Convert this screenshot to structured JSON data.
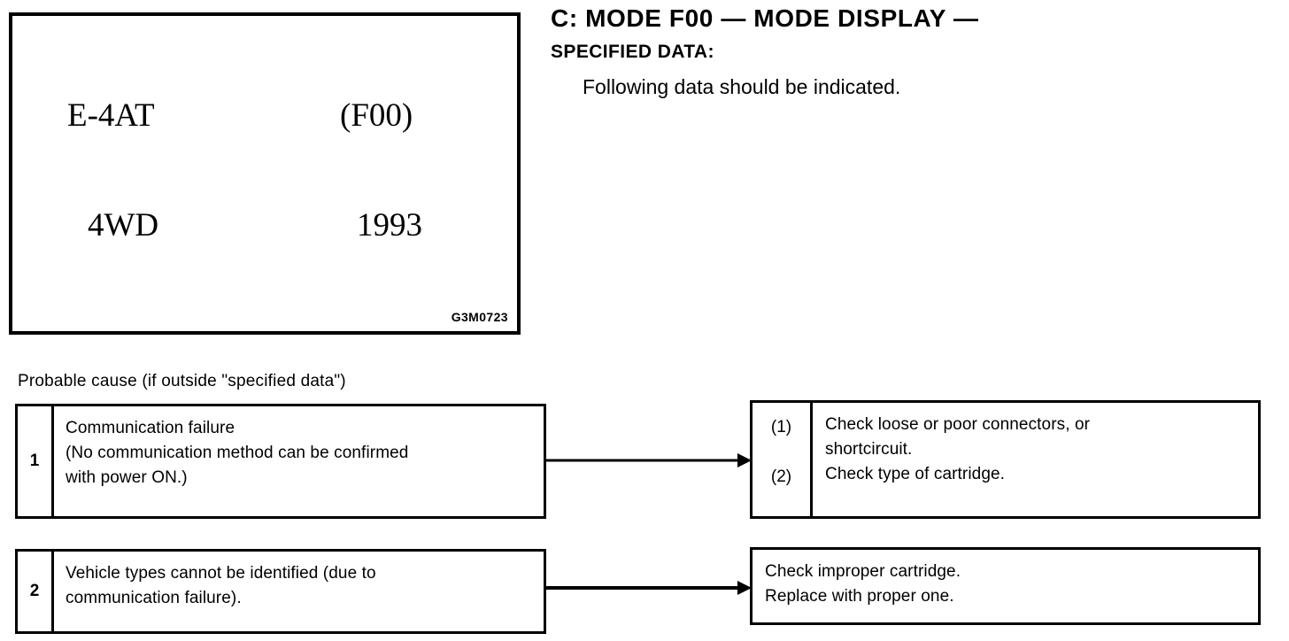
{
  "heading": {
    "section_title": "C:  MODE F00 — MODE DISPLAY —",
    "specified_data_label": "SPECIFIED DATA:",
    "specified_data_note": "Following data should be indicated."
  },
  "display_unit": {
    "model": "E-4AT",
    "mode_code": "(F00)",
    "drive_type": "4WD",
    "model_year": "1993",
    "figure_code": "G3M0723"
  },
  "probable_cause": {
    "caption": "Probable cause (if outside \"specified data\")",
    "rows": [
      {
        "index": "1",
        "cause_lines": [
          "Communication failure",
          "(No communication method can be confirmed",
          "with power ON.)"
        ],
        "action_steps": [
          {
            "number": "(1)",
            "lines": [
              "Check loose or poor connectors, or",
              "shortcircuit."
            ]
          },
          {
            "number": "(2)",
            "lines": [
              "Check type of cartridge."
            ]
          }
        ]
      },
      {
        "index": "2",
        "cause_lines": [
          "Vehicle types cannot be identified (due to",
          "communication failure)."
        ],
        "action_lines": [
          "Check improper cartridge.",
          "Replace with proper one."
        ]
      }
    ]
  },
  "colors": {
    "ink": "#000000",
    "paper": "#ffffff"
  }
}
